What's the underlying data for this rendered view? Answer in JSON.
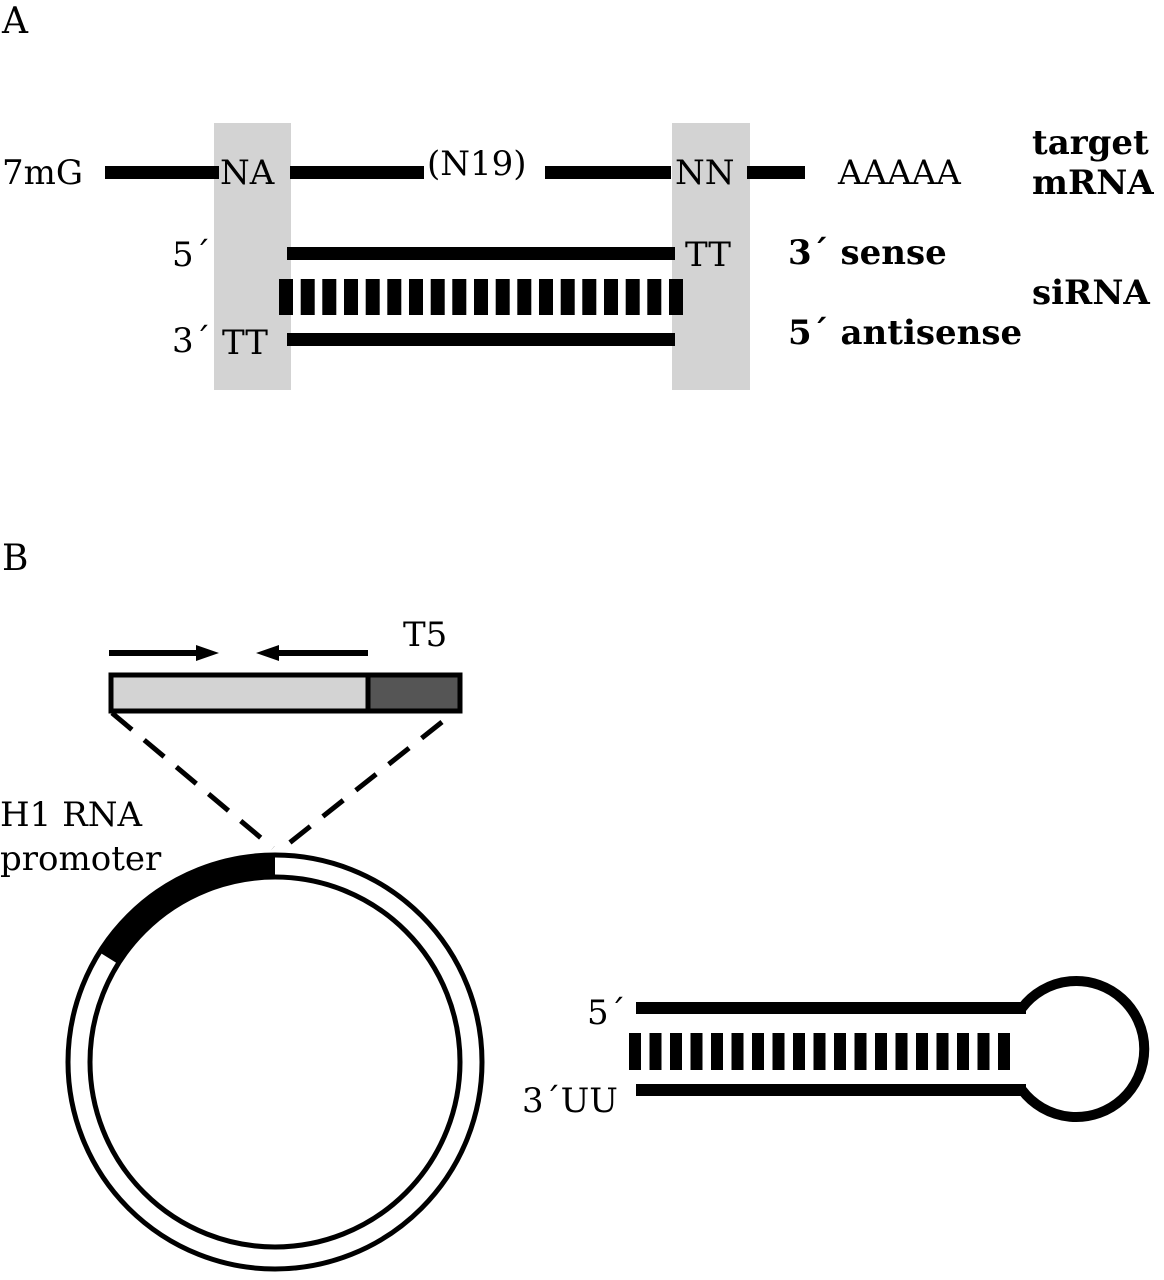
{
  "panel_a": {
    "label": "A",
    "mrna": {
      "cap": "7mG",
      "left_motif": "NA",
      "middle": "(N19)",
      "right_motif": "NN",
      "tail": "AAAAA",
      "name_line1": "target",
      "name_line2": "mRNA"
    },
    "sirna": {
      "sense_5prime": "5´",
      "sense_overhang": "TT",
      "sense_label": "3´ sense",
      "antisense_3prime": "3´",
      "antisense_overhang": "TT",
      "antisense_label": "5´ antisense",
      "name": "siRNA",
      "base_pairs": 19
    },
    "highlight_color": "#d3d3d3"
  },
  "panel_b": {
    "label": "B",
    "insert": {
      "terminator_label": "T5",
      "stem_color": "#d3d3d3",
      "terminator_color": "#555555"
    },
    "plasmid": {
      "promoter_line1": "H1 RNA",
      "promoter_line2": "promoter"
    },
    "hairpin": {
      "five_prime": "5´",
      "three_prime": "3´UU",
      "base_pairs": 19
    }
  }
}
